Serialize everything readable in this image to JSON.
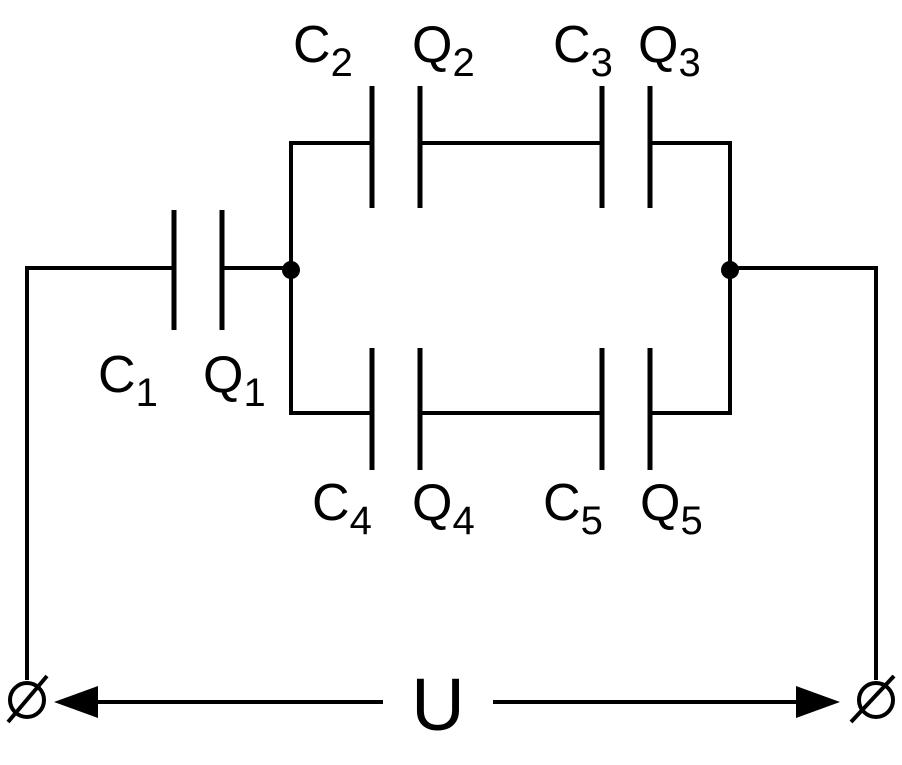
{
  "labels": {
    "C1": {
      "letter": "C",
      "sub": "1"
    },
    "Q1": {
      "letter": "Q",
      "sub": "1"
    },
    "C2": {
      "letter": "C",
      "sub": "2"
    },
    "Q2": {
      "letter": "Q",
      "sub": "2"
    },
    "C3": {
      "letter": "C",
      "sub": "3"
    },
    "Q3": {
      "letter": "Q",
      "sub": "3"
    },
    "C4": {
      "letter": "C",
      "sub": "4"
    },
    "Q4": {
      "letter": "Q",
      "sub": "4"
    },
    "C5": {
      "letter": "C",
      "sub": "5"
    },
    "Q5": {
      "letter": "Q",
      "sub": "5"
    },
    "voltage": "U"
  },
  "colors": {
    "line": "#000000",
    "background": "#ffffff"
  }
}
